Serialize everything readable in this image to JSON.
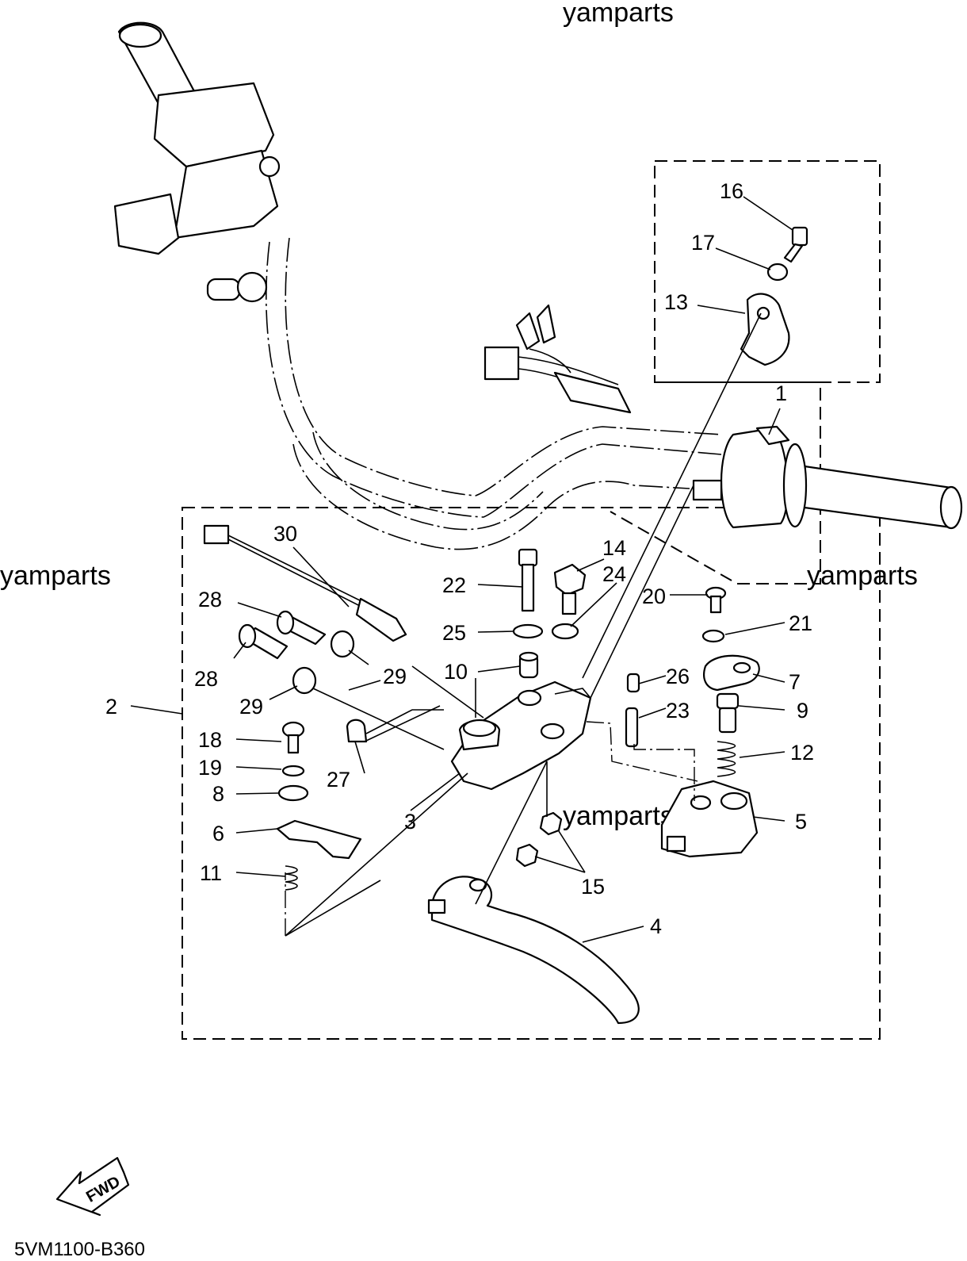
{
  "diagram_code": "5VM1100-B360",
  "watermark": "yamparts",
  "fwd_arrow_label": "FWD",
  "callouts": {
    "c1": "1",
    "c2": "2",
    "c3": "3",
    "c4": "4",
    "c5": "5",
    "c6": "6",
    "c7": "7",
    "c8": "8",
    "c9": "9",
    "c10": "10",
    "c11": "11",
    "c12": "12",
    "c13": "13",
    "c14": "14",
    "c15": "15",
    "c16": "16",
    "c17": "17",
    "c18": "18",
    "c19": "19",
    "c20": "20",
    "c21": "21",
    "c22": "22",
    "c23": "23",
    "c24": "24",
    "c25": "25",
    "c26": "26",
    "c27": "27",
    "c28": "28",
    "c29": "29",
    "c30": "30"
  }
}
